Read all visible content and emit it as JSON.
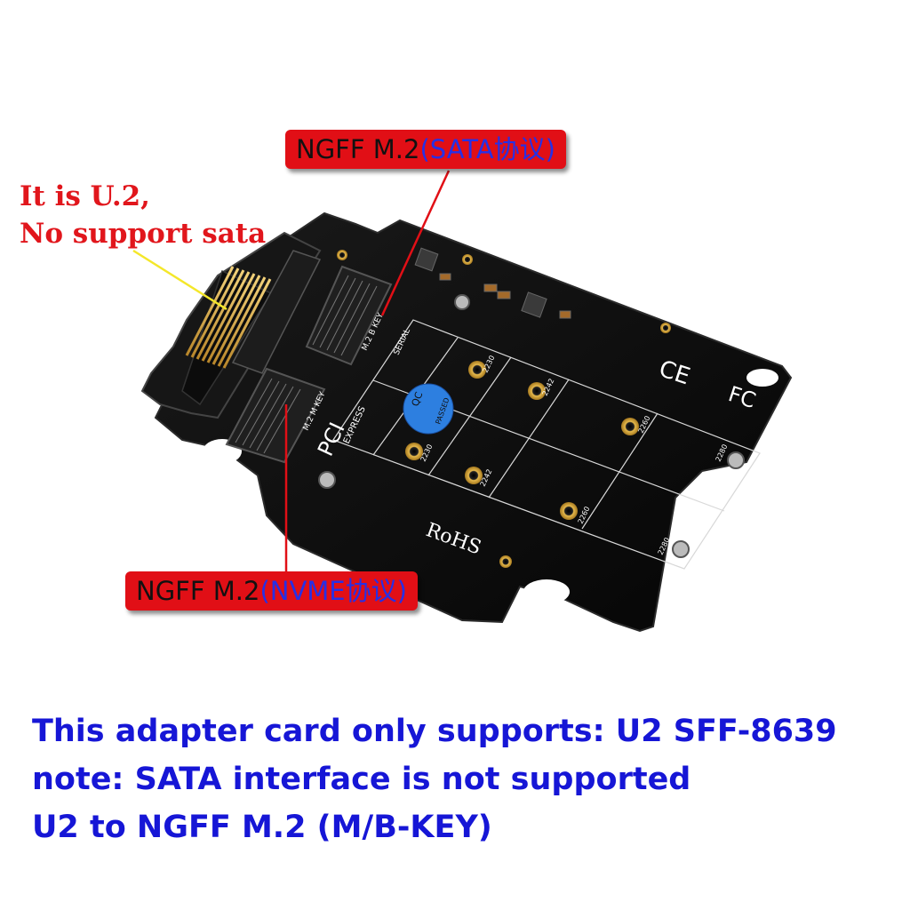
{
  "callouts": {
    "sata": {
      "prefix": "NGFF M.2",
      "suffix": "(SATA协议)"
    },
    "nvme": {
      "prefix": "NGFF M.2",
      "suffix": "(NVME协议)"
    }
  },
  "u2_note": {
    "line1": "It is U.2,",
    "line2": "No support sata"
  },
  "footer": {
    "line1": "This adapter card only supports: U2 SFF-8639",
    "line2": "note: SATA interface is not supported",
    "line3": "U2 to NGFF M.2 (M/B-KEY)"
  },
  "board": {
    "markings": {
      "b_key": "M.2 B KEY",
      "m_key": "M.2 M KEY",
      "rohs": "RoHS",
      "pcie": "PCI",
      "express": "EXPRESS",
      "serial": "SERIAL",
      "qc": "QC",
      "passed": "PASSED",
      "ce": "CE",
      "fc": "FC"
    },
    "standoff_labels": [
      "2230",
      "2242",
      "2260",
      "2280",
      "2230",
      "2242",
      "2260",
      "2280"
    ]
  },
  "colors": {
    "callout_bg": "#e10f16",
    "callout_text": "#111111",
    "callout_accent": "#2630e6",
    "u2_note": "#e1161c",
    "footer_text": "#1616d6",
    "pcb": "#0d0d0d"
  }
}
